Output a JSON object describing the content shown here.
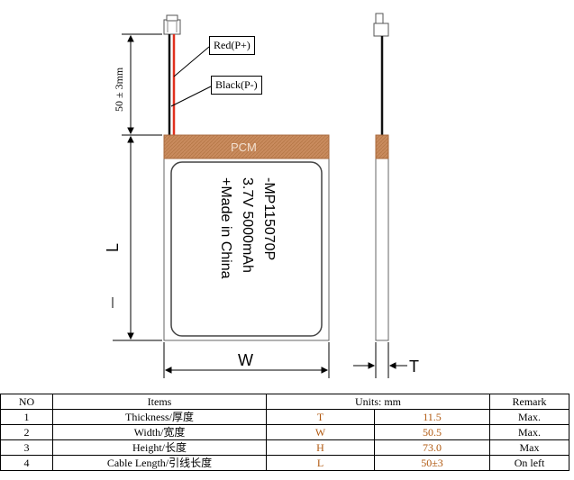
{
  "callouts": {
    "red": "Red(P+)",
    "black": "Black(P-)"
  },
  "battery": {
    "pcm_label": "PCM",
    "line1": "-MP115070P",
    "line2": "3.7V 5000mAh",
    "line3": "+Made in China"
  },
  "dimensions": {
    "cable": "50 ± 3mm",
    "L": "L",
    "W": "W",
    "T": "T"
  },
  "table": {
    "headers": [
      "NO",
      "Items",
      "Units: mm",
      "Remark"
    ],
    "rows": [
      {
        "no": "1",
        "item": "Thickness/厚度",
        "symbol": "T",
        "value": "11.5",
        "remark": "Max."
      },
      {
        "no": "2",
        "item": "Width/宽度",
        "symbol": "W",
        "value": "50.5",
        "remark": "Max."
      },
      {
        "no": "3",
        "item": "Height/长度",
        "symbol": "H",
        "value": "73.0",
        "remark": "Max"
      },
      {
        "no": "4",
        "item": "Cable Length/引线长度",
        "symbol": "L",
        "value": "50±3",
        "remark": "On left"
      }
    ]
  },
  "colors": {
    "wire_red": "#e0301e",
    "wire_black": "#111111",
    "pcm": "#c8885a",
    "orange_text": "#b0580f"
  }
}
